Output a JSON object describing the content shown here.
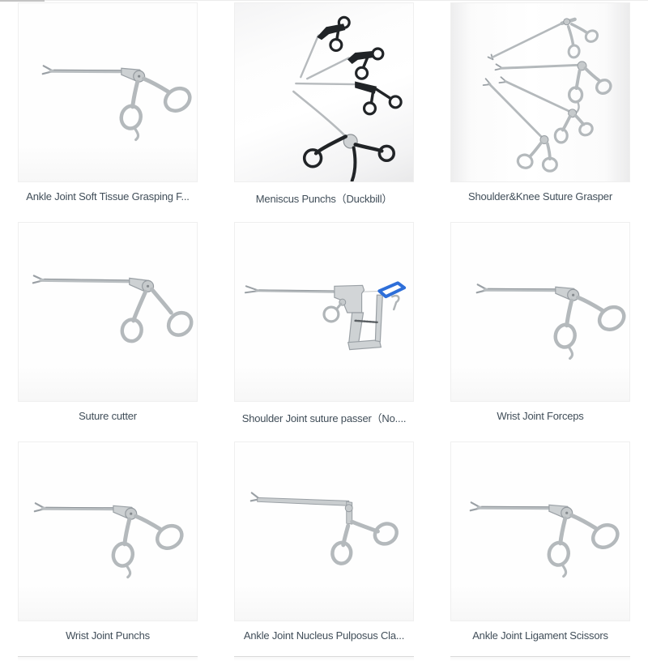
{
  "page": {
    "kind": "medical-instrument-product-grid",
    "background": "#ffffff"
  },
  "colors": {
    "caption_text": "#414e59",
    "card_border": "#efefef",
    "steel": "#b4b9bc",
    "steel_dark": "#8e9499",
    "black_tool": "#212427",
    "blue_lever": "#2e6fd9",
    "top_divider": "#c3c3c3"
  },
  "products": [
    {
      "title": "Ankle Joint Soft Tissue Grasping F...",
      "illustration": "silver-grasper-single"
    },
    {
      "title": "Meniscus Punchs（Duckbill）",
      "illustration": "black-duckbill-punches-group"
    },
    {
      "title": "Shoulder&Knee Suture Grasper",
      "illustration": "silver-graspers-group"
    },
    {
      "title": "Suture cutter",
      "illustration": "silver-grasper-long-shaft"
    },
    {
      "title": "Shoulder Joint suture passer（No....",
      "illustration": "pistol-grip-suture-passer-blue-lever"
    },
    {
      "title": "Wrist Joint Forceps",
      "illustration": "silver-grasper-single"
    },
    {
      "title": "Wrist Joint Punchs",
      "illustration": "silver-grasper-single"
    },
    {
      "title": "Ankle Joint Nucleus Pulposus Cla...",
      "illustration": "silver-elbow-clamp"
    },
    {
      "title": "Ankle Joint Ligament Scissors",
      "illustration": "silver-grasper-single"
    }
  ]
}
